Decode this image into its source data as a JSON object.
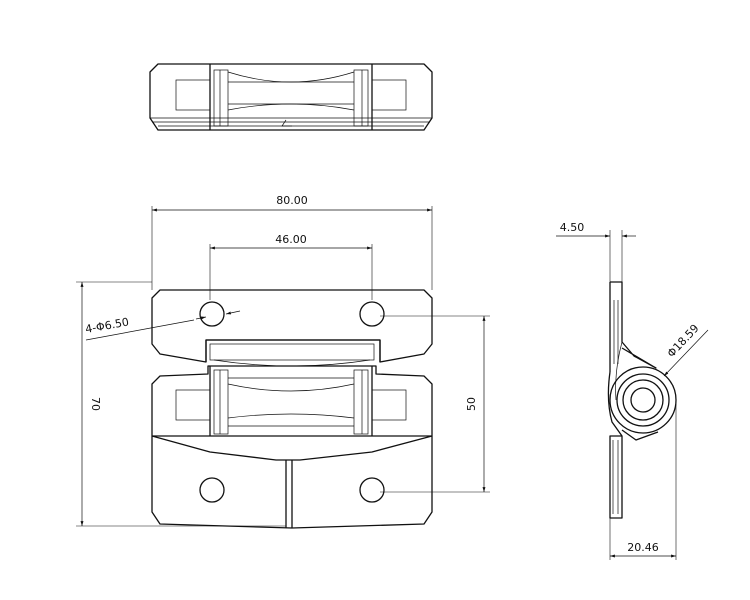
{
  "drawing": {
    "dimensions": {
      "overall_width": "80.00",
      "hole_spacing": "46.00",
      "hole_callout": "4-Φ6.50",
      "overall_height": "70",
      "vertical_hole_spacing": "50",
      "thickness": "4.50",
      "knuckle_diameter": "Φ18.59",
      "open_depth": "20.46"
    }
  }
}
